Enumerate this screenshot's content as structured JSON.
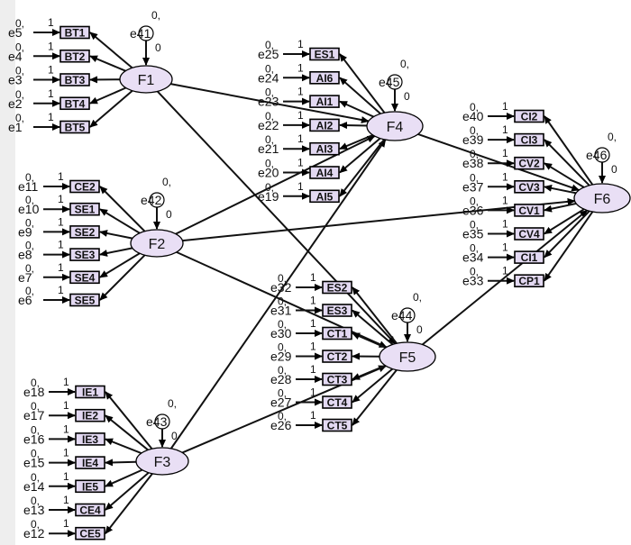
{
  "colors": {
    "variable_fill": "#e3d9f2",
    "latent_fill": "#e9dff5",
    "stroke": "#000000",
    "background": "#ffffff"
  },
  "latent_variables": [
    {
      "id": "F1",
      "label": "F1",
      "error": "e41"
    },
    {
      "id": "F2",
      "label": "F2",
      "error": "e42"
    },
    {
      "id": "F3",
      "label": "F3",
      "error": "e43"
    },
    {
      "id": "F4",
      "label": "F4",
      "error": "e45"
    },
    {
      "id": "F5",
      "label": "F5",
      "error": "e44"
    },
    {
      "id": "F6",
      "label": "F6",
      "error": "e46"
    }
  ],
  "observed_variables": [
    {
      "label": "BT1",
      "error": "e5",
      "factor": "F1"
    },
    {
      "label": "BT2",
      "error": "e4",
      "factor": "F1"
    },
    {
      "label": "BT3",
      "error": "e3",
      "factor": "F1"
    },
    {
      "label": "BT4",
      "error": "e2",
      "factor": "F1"
    },
    {
      "label": "BT5",
      "error": "e1",
      "factor": "F1"
    },
    {
      "label": "CE2",
      "error": "e11",
      "factor": "F2"
    },
    {
      "label": "SE1",
      "error": "e10",
      "factor": "F2"
    },
    {
      "label": "SE2",
      "error": "e9",
      "factor": "F2"
    },
    {
      "label": "SE3",
      "error": "e8",
      "factor": "F2"
    },
    {
      "label": "SE4",
      "error": "e7",
      "factor": "F2"
    },
    {
      "label": "SE5",
      "error": "e6",
      "factor": "F2"
    },
    {
      "label": "IE1",
      "error": "e18",
      "factor": "F3"
    },
    {
      "label": "IE2",
      "error": "e17",
      "factor": "F3"
    },
    {
      "label": "IE3",
      "error": "e16",
      "factor": "F3"
    },
    {
      "label": "IE4",
      "error": "e15",
      "factor": "F3"
    },
    {
      "label": "IE5",
      "error": "e14",
      "factor": "F3"
    },
    {
      "label": "CE4",
      "error": "e13",
      "factor": "F3"
    },
    {
      "label": "CE5",
      "error": "e12",
      "factor": "F3"
    },
    {
      "label": "ES1",
      "error": "e25",
      "factor": "F4"
    },
    {
      "label": "AI6",
      "error": "e24",
      "factor": "F4"
    },
    {
      "label": "AI1",
      "error": "e23",
      "factor": "F4"
    },
    {
      "label": "AI2",
      "error": "e22",
      "factor": "F4"
    },
    {
      "label": "AI3",
      "error": "e21",
      "factor": "F4"
    },
    {
      "label": "AI4",
      "error": "e20",
      "factor": "F4"
    },
    {
      "label": "AI5",
      "error": "e19",
      "factor": "F4"
    },
    {
      "label": "ES2",
      "error": "e32",
      "factor": "F5"
    },
    {
      "label": "ES3",
      "error": "e31",
      "factor": "F5"
    },
    {
      "label": "CT1",
      "error": "e30",
      "factor": "F5"
    },
    {
      "label": "CT2",
      "error": "e29",
      "factor": "F5"
    },
    {
      "label": "CT3",
      "error": "e28",
      "factor": "F5"
    },
    {
      "label": "CT4",
      "error": "e27",
      "factor": "F5"
    },
    {
      "label": "CT5",
      "error": "e26",
      "factor": "F5"
    },
    {
      "label": "CI2",
      "error": "e40",
      "factor": "F6"
    },
    {
      "label": "CI3",
      "error": "e39",
      "factor": "F6"
    },
    {
      "label": "CV2",
      "error": "e38",
      "factor": "F6"
    },
    {
      "label": "CV3",
      "error": "e37",
      "factor": "F6"
    },
    {
      "label": "CV1",
      "error": "e36",
      "factor": "F6"
    },
    {
      "label": "CV4",
      "error": "e35",
      "factor": "F6"
    },
    {
      "label": "CI1",
      "error": "e34",
      "factor": "F6"
    },
    {
      "label": "CP1",
      "error": "e33",
      "factor": "F6"
    }
  ],
  "structural_paths": [
    [
      "F1",
      "F4"
    ],
    [
      "F1",
      "F5"
    ],
    [
      "F2",
      "F4"
    ],
    [
      "F2",
      "F5"
    ],
    [
      "F2",
      "F6"
    ],
    [
      "F3",
      "F4"
    ],
    [
      "F3",
      "F5"
    ],
    [
      "F4",
      "F6"
    ],
    [
      "F5",
      "F6"
    ]
  ],
  "fixed_values": {
    "variance": "0,",
    "regression": "1",
    "residual": "0"
  }
}
